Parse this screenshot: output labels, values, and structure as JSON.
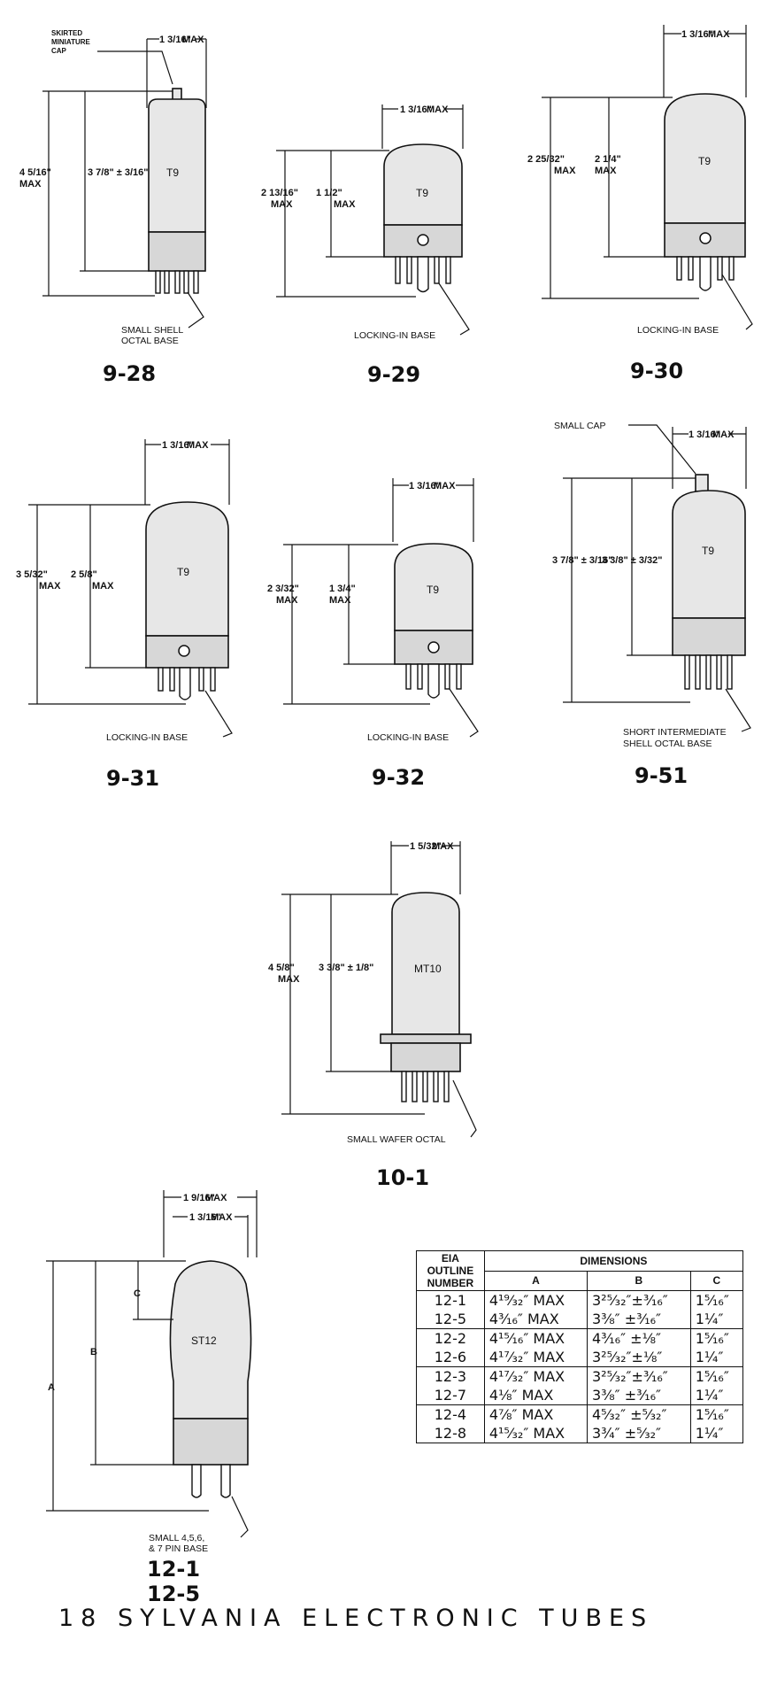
{
  "max_tag": "MAX",
  "figures": [
    {
      "id": "9-28",
      "bulb": "T9",
      "dia": "1 3/16\"",
      "overall": "4 5/16\"",
      "seated": "3 7/8\" ± 3/16\"",
      "base": [
        "SMALL  SHELL",
        "OCTAL  BASE"
      ],
      "cap_label": [
        "SKIRTED",
        "MINIATURE",
        "CAP"
      ]
    },
    {
      "id": "9-29",
      "bulb": "T9",
      "dia": "1 3/16\"",
      "overall": "2 13/16\"",
      "seated": "1 1/2\"",
      "base": [
        "LOCKING-IN BASE"
      ]
    },
    {
      "id": "9-30",
      "bulb": "T9",
      "dia": "1 3/16\"",
      "overall": "2 25/32\"",
      "seated": "2 1/4\"",
      "base": [
        "LOCKING-IN BASE"
      ]
    },
    {
      "id": "9-31",
      "bulb": "T9",
      "dia": "1 3/16\"",
      "overall": "3 5/32\"",
      "seated": "2 5/8\"",
      "base": [
        "LOCKING-IN BASE"
      ]
    },
    {
      "id": "9-32",
      "bulb": "T9",
      "dia": "1 3/16\"",
      "overall": "2 3/32\"",
      "seated": "1 3/4\"",
      "base": [
        "LOCKING-IN BASE"
      ]
    },
    {
      "id": "9-51",
      "bulb": "T9",
      "dia": "1 3/16\"",
      "overall": "3 7/8\" ± 3/16\"",
      "seated": "3 3/8\" ± 3/32\"",
      "base": [
        "SHORT  INTERMEDIATE",
        "SHELL  OCTAL  BASE"
      ],
      "cap_label": [
        "SMALL  CAP"
      ]
    },
    {
      "id": "10-1",
      "bulb": "MT10",
      "dia": "1 5/32\"",
      "overall": "4 5/8\"",
      "seated": "3 3/8\" ± 1/8\"",
      "base": [
        "SMALL  WAFER  OCTAL"
      ]
    },
    {
      "id": "12-1",
      "id2": "12-5",
      "bulb": "ST12",
      "dia": "1 9/16\"",
      "dia2": "1 3/16\"",
      "overall": "A",
      "seated": "B",
      "cap_len": "C",
      "base": [
        "SMALL  4,5,6,",
        "& 7 PIN  BASE"
      ]
    }
  ],
  "table": {
    "headers": {
      "eia": [
        "EIA",
        "OUTLINE",
        "NUMBER"
      ],
      "dimensions": "DIMENSIONS",
      "a": "A",
      "b": "B",
      "c": "C"
    },
    "rows": [
      {
        "n": "12-1",
        "a": "4¹⁹⁄₃₂″ MAX",
        "b": "3²⁵⁄₃₂″±³⁄₁₆″",
        "c": "1⁵⁄₁₆″"
      },
      {
        "n": "12-5",
        "a": "4³⁄₁₆″ MAX",
        "b": "3³⁄₈″  ±³⁄₁₆″",
        "c": "1¼″"
      },
      {
        "n": "12-2",
        "a": "4¹⁵⁄₁₆″ MAX",
        "b": "4³⁄₁₆″ ±⅛″",
        "c": "1⁵⁄₁₆″"
      },
      {
        "n": "12-6",
        "a": "4¹⁷⁄₃₂″ MAX",
        "b": "3²⁵⁄₃₂″±⅛″",
        "c": "1¼″"
      },
      {
        "n": "12-3",
        "a": "4¹⁷⁄₃₂″ MAX",
        "b": "3²⁵⁄₃₂″±³⁄₁₆″",
        "c": "1⁵⁄₁₆″"
      },
      {
        "n": "12-7",
        "a": "4⅛″ MAX",
        "b": "3³⁄₈″  ±³⁄₁₆″",
        "c": "1¼″"
      },
      {
        "n": "12-4",
        "a": "4⅞″ MAX",
        "b": "4⁵⁄₃₂″ ±⁵⁄₃₂″",
        "c": "1⁵⁄₁₆″"
      },
      {
        "n": "12-8",
        "a": "4¹⁵⁄₃₂″ MAX",
        "b": "3¾″  ±⁵⁄₃₂″",
        "c": "1¼″"
      }
    ]
  },
  "footer": "18  SYLVANIA  ELECTRONIC  TUBES"
}
